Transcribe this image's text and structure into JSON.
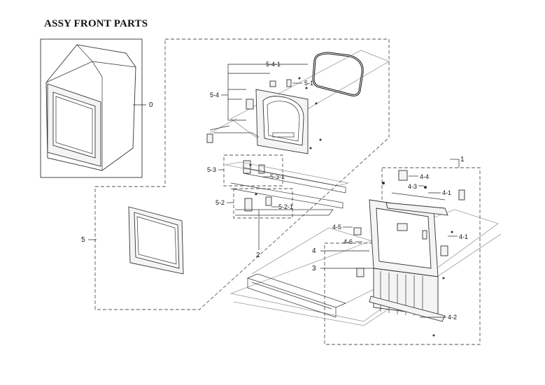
{
  "title": "ASSY FRONT PARTS",
  "callouts": {
    "c0": "0",
    "c1": "1",
    "c2": "2",
    "c3": "3",
    "c4": "4",
    "c5": "5",
    "c5_1": "5-1",
    "c5_2": "5-2",
    "c5_2_1": "5-2-1",
    "c5_3": "5-3",
    "c5_3_1": "5-3-1",
    "c5_4": "5-4",
    "c5_4_1": "5-4-1",
    "c4_1a": "4-1",
    "c4_1b": "4-1",
    "c4_2": "4-2",
    "c4_3": "4-3",
    "c4_4": "4-4",
    "c4_5": "4-5",
    "c4_6": "4-6"
  }
}
